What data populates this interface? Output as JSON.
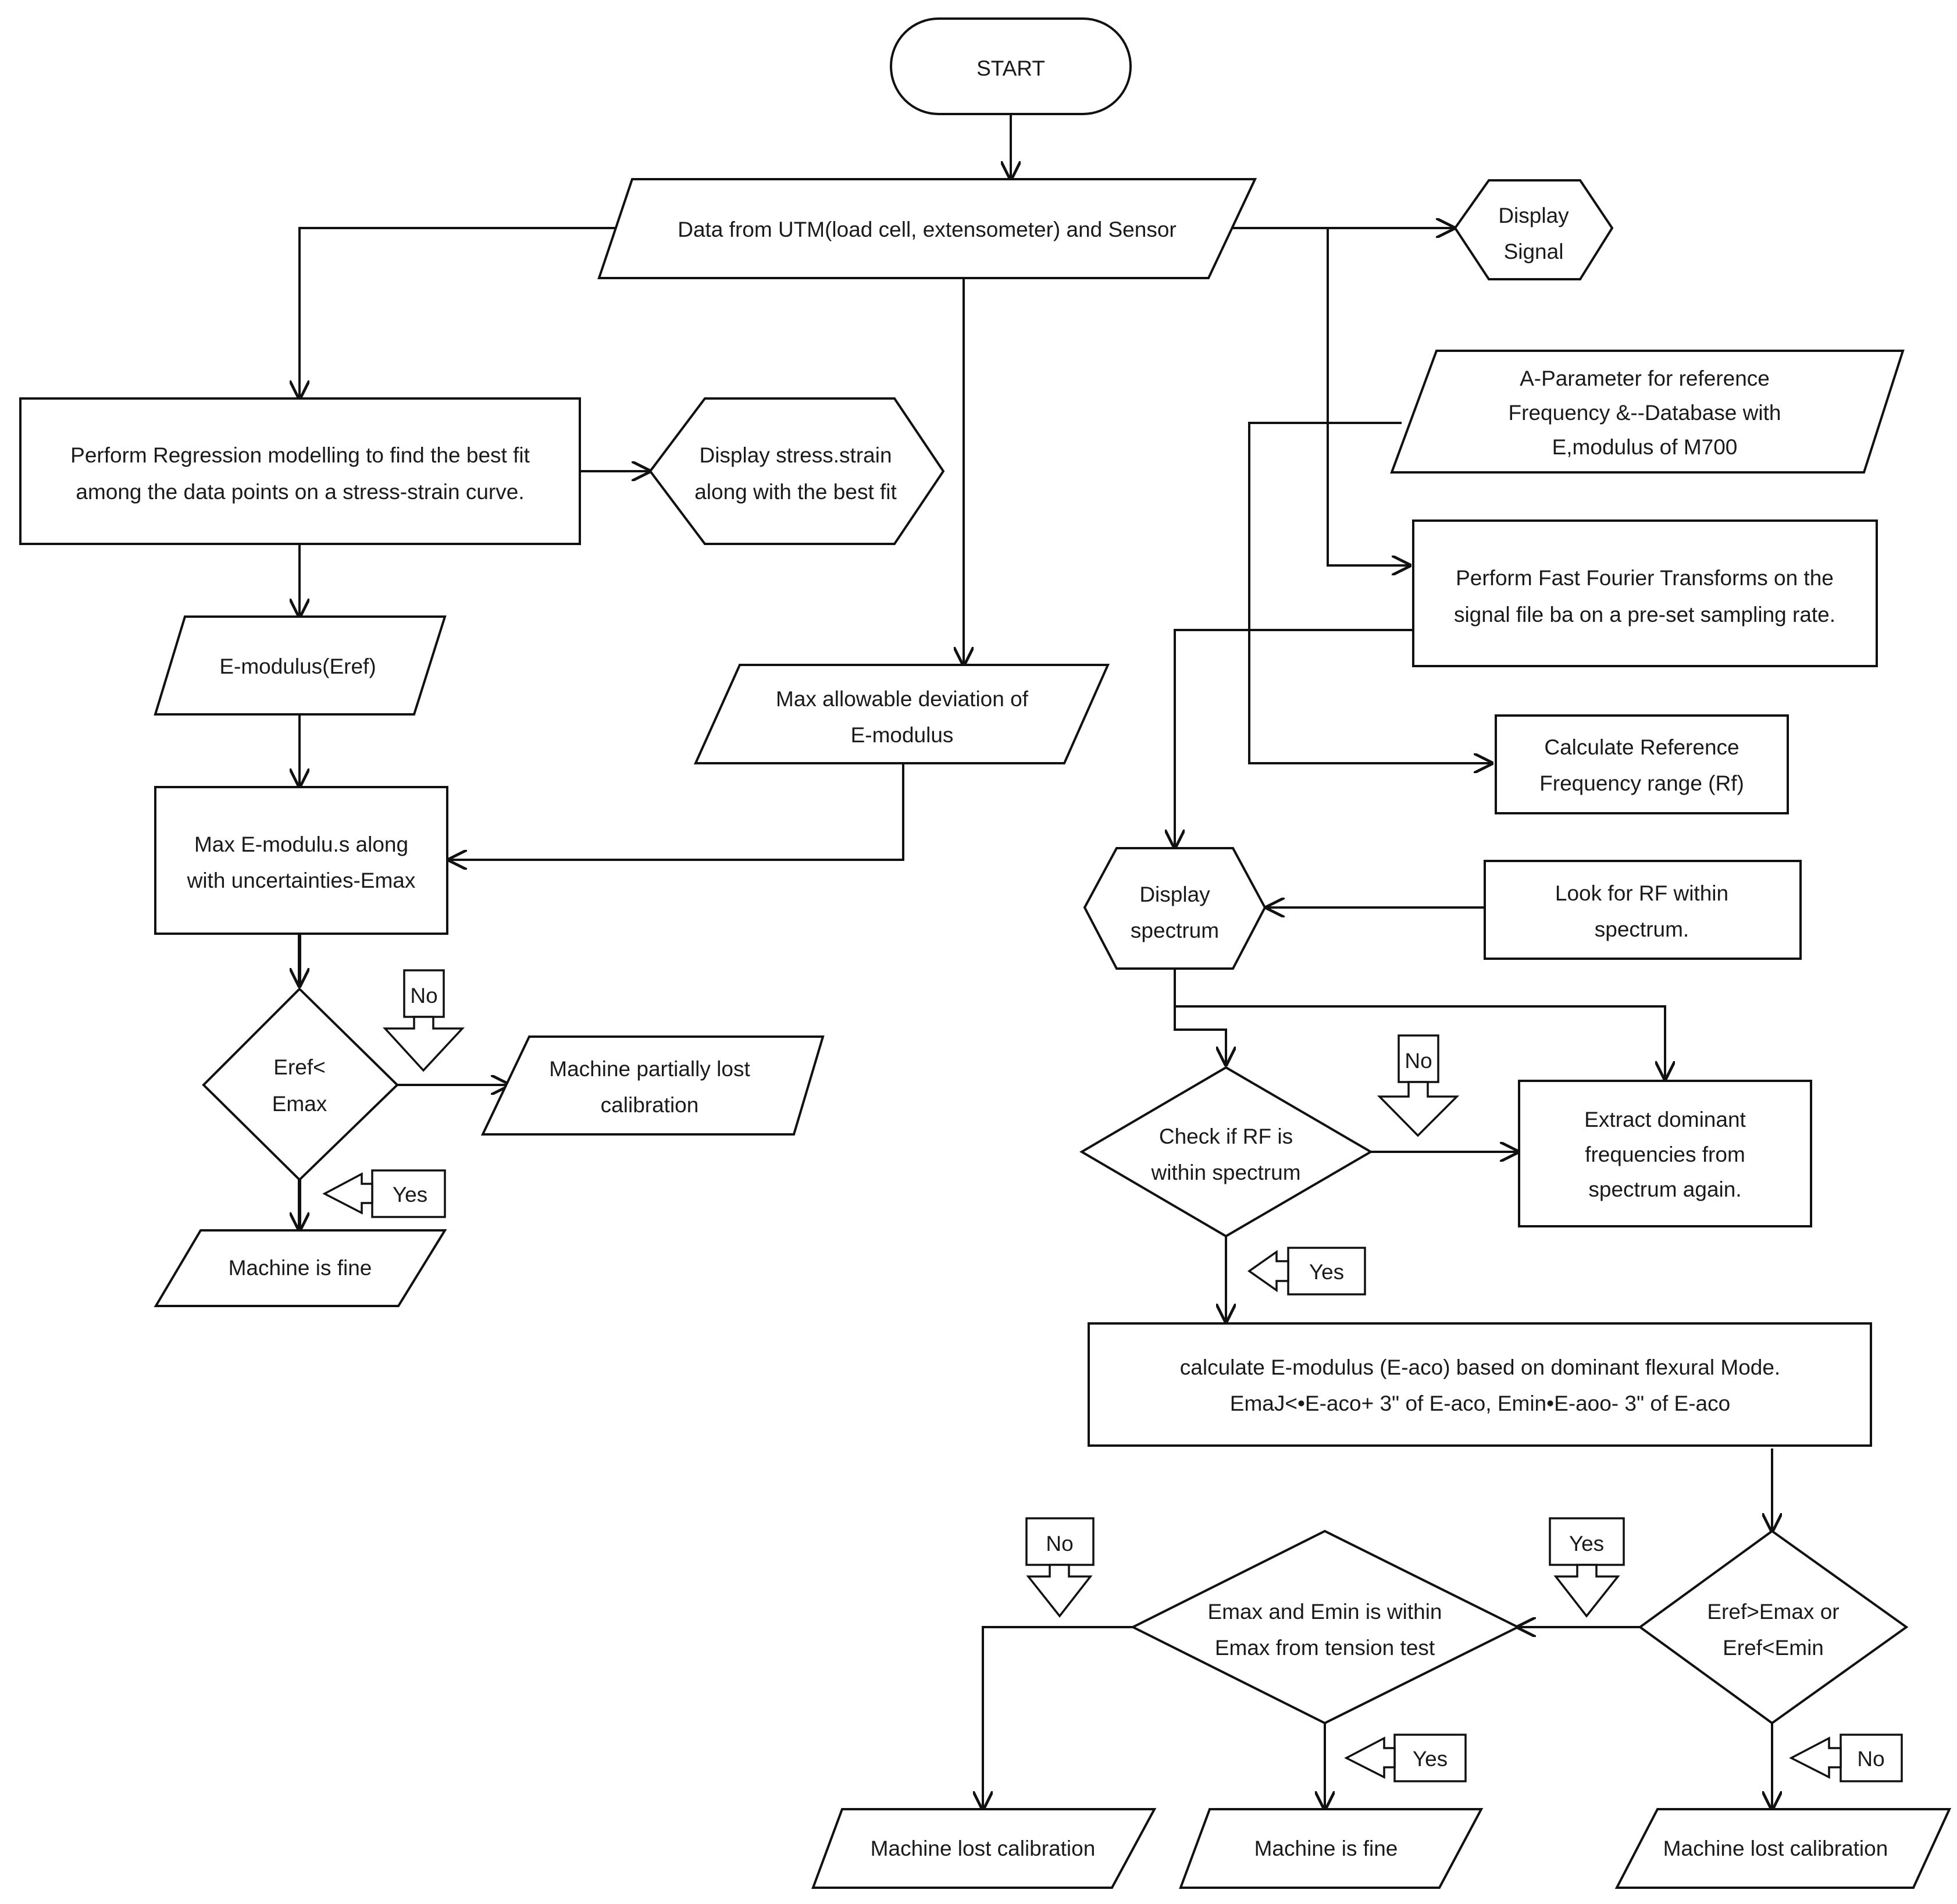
{
  "nodes": {
    "start": "START",
    "data_source": "Data from UTM(load cell, extensometer) and Sensor",
    "display_signal": [
      "Display",
      "Signal"
    ],
    "regression": [
      "Perform Regression modelling to find the best fit",
      "among the data points on a stress-strain curve."
    ],
    "display_stress_strain": [
      "Display stress.strain",
      "along with the best fit"
    ],
    "emodulus_eref": "E-modulus(Eref)",
    "max_deviation": [
      "Max allowable deviation of",
      "E-modulus"
    ],
    "max_emodulus": [
      "Max E-modulu.s along",
      "with uncertainties-Emax"
    ],
    "eref_lt_emax": [
      "Eref<",
      "Emax"
    ],
    "partially_lost": [
      "Machine partially lost",
      "calibration"
    ],
    "machine_fine_left": "Machine is fine",
    "a_parameter": [
      "A-Parameter for reference",
      "Frequency &--Database with",
      "E,modulus of M700"
    ],
    "fft": [
      "Perform Fast Fourier Transforms on the",
      "signal file ba  on a pre-set sampling rate."
    ],
    "calc_rf": [
      "Calculate Reference",
      "Frequency range (Rf)"
    ],
    "display_spectrum": [
      "Display",
      "spectrum"
    ],
    "look_rf": [
      "Look for RF within",
      "spectrum."
    ],
    "check_rf": [
      "Check if RF is",
      "within spectrum"
    ],
    "extract_dominant": [
      "Extract dominant",
      "frequencies from",
      "spectrum again."
    ],
    "calc_eaco": [
      "calculate E-modulus (E-aco) based on dominant flexural Mode.",
      "EmaJ<•E-aco+ 3\" of E-aco, Emin•E-aoo- 3\" of E-aco"
    ],
    "eref_range": [
      "Eref>Emax or",
      "Eref<Emin"
    ],
    "emax_emin_within": [
      "Emax and Emin is within",
      "Emax from tension test"
    ],
    "lost_calibration_1": "Machine lost calibration",
    "machine_fine_2": "Machine is fine",
    "lost_calibration_2": "Machine lost calibration"
  },
  "labels": {
    "no": "No",
    "yes": "Yes"
  }
}
